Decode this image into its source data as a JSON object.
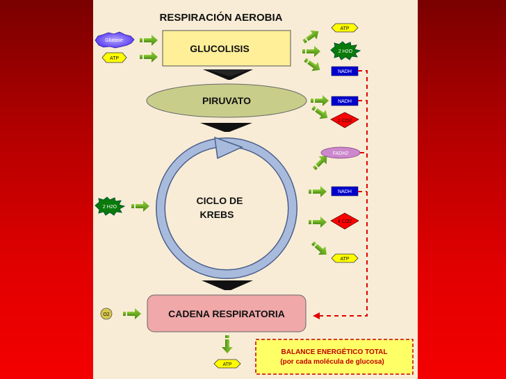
{
  "title": "RESPIRACIÓN AEROBIA",
  "stages": {
    "glucolisis": "GLUCOLISIS",
    "piruvato": "PIRUVATO",
    "krebs_line1": "CICLO DE",
    "krebs_line2": "KREBS",
    "cadena": "CADENA RESPIRATORIA"
  },
  "inputs": {
    "glucose": "Glucose",
    "atp": "ATP",
    "water": "2 H2O",
    "oxygen": "O2"
  },
  "outputs": {
    "glucolisis_atp": "ATP",
    "glucolisis_water": "2 H2O",
    "glucolisis_nadh": "NADH",
    "piruvato_nadh": "NADH",
    "piruvato_co2": "2 CO2",
    "krebs_fadh2": "FADH2",
    "krebs_nadh": "NADH",
    "krebs_co2": "4 CO2",
    "krebs_atp": "ATP",
    "cadena_atp": "ATP"
  },
  "balance": {
    "line1": "BALANCE ENERGÉTICO TOTAL",
    "line2": "(por cada molécula de glucosa)"
  },
  "colors": {
    "arrow_green": "#5b9a14",
    "atp_yellow": "#ffff00",
    "nadh_blue": "#0000cc",
    "co2_red": "#ff0000",
    "fadh2_pink": "#cc88cc",
    "glucolisis_box": "#ffef99",
    "piruvato_oval": "#c8cd8a",
    "cadena_box": "#f0a8a8",
    "cycle_blue": "#9fb1d6",
    "dashed_red": "#e00000"
  },
  "icons": [
    "green-arrow-icon",
    "black-down-arrow-icon",
    "cycle-arrow-icon"
  ]
}
